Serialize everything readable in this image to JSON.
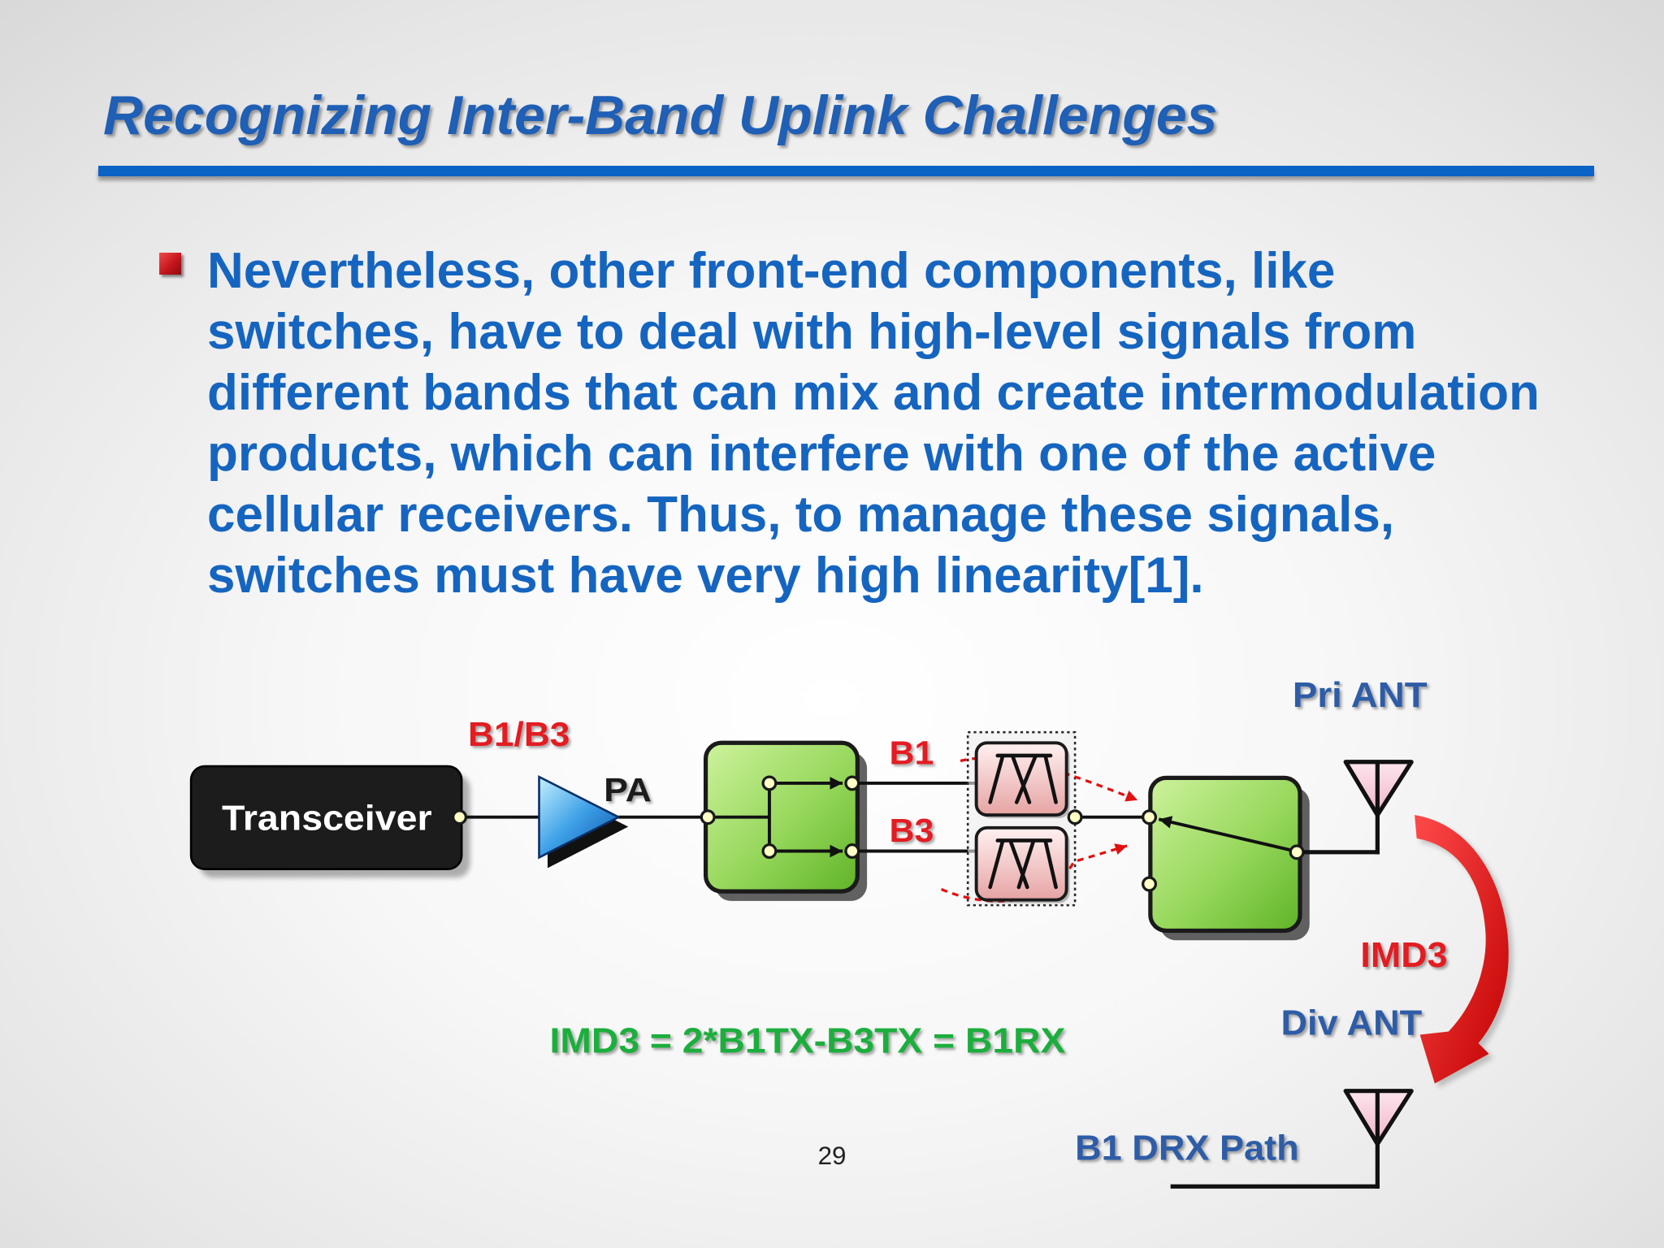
{
  "slide": {
    "title": "Recognizing Inter-Band Uplink Challenges",
    "bullet_lines": [
      "Nevertheless, other front-end components, like",
      "switches, have to deal with high-level signals from",
      "different bands that can mix and create intermodulation",
      "products, which can interfere with one of the active",
      "cellular receivers. Thus, to manage these signals,",
      "switches must have very high linearity[1]."
    ],
    "page_number": "29"
  },
  "diagram": {
    "transceiver": "Transceiver",
    "tx_bands": "B1/B3",
    "amplifier": "PA",
    "band_1": "B1",
    "band_3": "B3",
    "primary_antenna": "Pri ANT",
    "intermod_product": "IMD3",
    "diversity_antenna": "Div ANT",
    "drx_path": "B1 DRX Path",
    "equation": "IMD3 = 2*B1TX-B3TX = B1RX"
  },
  "icons": [
    "bullet-square-icon",
    "amplifier-triangle-icon",
    "filter-icon",
    "antenna-icon",
    "curved-arrow-icon"
  ],
  "colors": {
    "title": "#1f5fb5",
    "body_text": "#1565c0",
    "accent_rule": "#0b63c6",
    "bullet": "#c4161c",
    "label_red": "#e31b23",
    "label_blue": "#2d5ca6",
    "label_green": "#1fae3c"
  }
}
